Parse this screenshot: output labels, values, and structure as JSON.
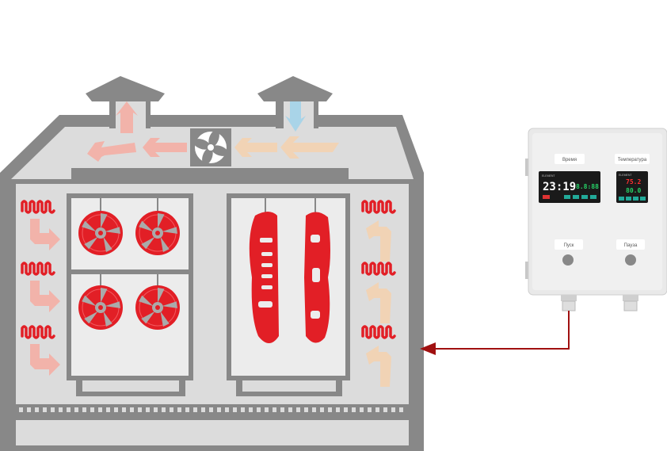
{
  "control_panel": {
    "timer": {
      "label": "Время",
      "display_main": "23:19",
      "display_secondary": "8.8:88",
      "brand": "ELEMENT"
    },
    "thermostat": {
      "label": "Температура",
      "display_top": "75.2",
      "display_bottom": "80.0",
      "brand": "ELEMENT"
    },
    "start_button_label": "Пуск",
    "pause_button_label": "Пауза"
  },
  "colors": {
    "chamber_frame": "#888888",
    "chamber_inner": "#dcdcdc",
    "heater": "#e21f26",
    "hot_air": "#f2b3aa",
    "warm_air": "#f1d3b5",
    "cold_air": "#a9d4e8",
    "part_red": "#e21f26",
    "signal_line": "#a01010",
    "panel_body": "#e9e9e9",
    "display_green": "#26d367",
    "display_red": "#ff3030"
  },
  "icons": [
    "fan-icon",
    "heater-coil-icon",
    "wheel-rim-icon",
    "bumper-icon",
    "airflow-arrow-icon"
  ]
}
